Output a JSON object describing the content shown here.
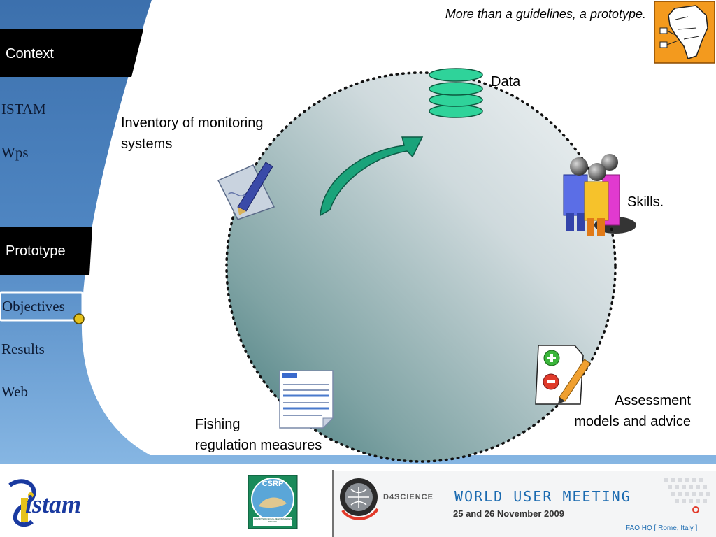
{
  "header": {
    "tagline": "More than a guidelines, a prototype."
  },
  "sidebar": {
    "sections": [
      {
        "label": "Context",
        "items": [
          "ISTAM",
          "Wps"
        ]
      },
      {
        "label": "Prototype",
        "items": [
          "Objectives",
          "Results",
          "Web"
        ]
      }
    ],
    "active_item": "Objectives"
  },
  "diagram": {
    "nodes": {
      "data": "Data",
      "skills": "Skills.",
      "assessment": [
        "Assessment",
        "models and advice"
      ],
      "fishing": [
        "Fishing",
        "regulation measures"
      ],
      "inventory": [
        "Inventory of monitoring",
        "systems"
      ]
    }
  },
  "footer": {
    "istam_logo": "istam",
    "csrp_logo": "CSRP",
    "csrp_subtitle": "COMMISSION SOUS-REGIONALE DES PECHES",
    "banner_brand": "D4SCIENCE",
    "banner_title": "WORLD USER MEETING",
    "banner_dates": "25 and 26 November 2009",
    "banner_location": "FAO HQ [ Rome, Italy ]"
  },
  "colors": {
    "sidebar_blue": "#4f86c2",
    "section_bar": "#000000",
    "circle_fill_light": "#e9eef0",
    "circle_fill_dark": "#3f7a7c",
    "db_green": "#2fd39a",
    "arrow_green": "#1aa37a",
    "map_orange": "#f39a1e"
  }
}
